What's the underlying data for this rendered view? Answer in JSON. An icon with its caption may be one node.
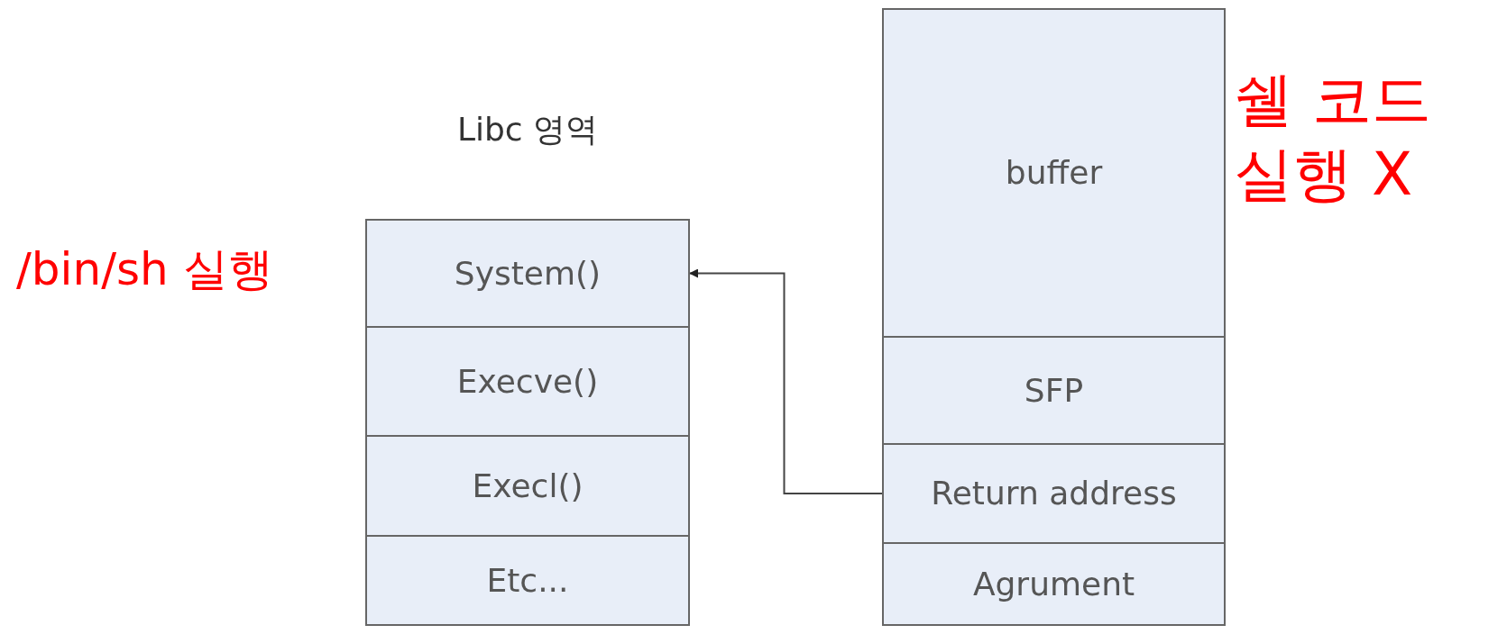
{
  "diagram": {
    "nodes": [
      {
        "text": [
          "Libc 영역"
        ]
      },
      {
        "text": [
          "System()"
        ],
        "in": 0
      },
      {
        "text": [
          "Execve()"
        ],
        "in": 0
      },
      {
        "text": [
          "Execl()"
        ],
        "in": 0
      },
      {
        "text": [
          "Etc..."
        ],
        "in": 0
      },
      {
        "text": [
          "buffer"
        ]
      },
      {
        "text": [
          "SFP"
        ]
      },
      {
        "text": [
          "Return address"
        ]
      },
      {
        "text": [
          "Agrument"
        ]
      }
    ],
    "edges": [
      {
        "from": 7,
        "to": 1,
        "arrow": "to"
      }
    ],
    "labels": [
      "/bin/sh 실행",
      "쉘 코드 실행 X"
    ]
  }
}
